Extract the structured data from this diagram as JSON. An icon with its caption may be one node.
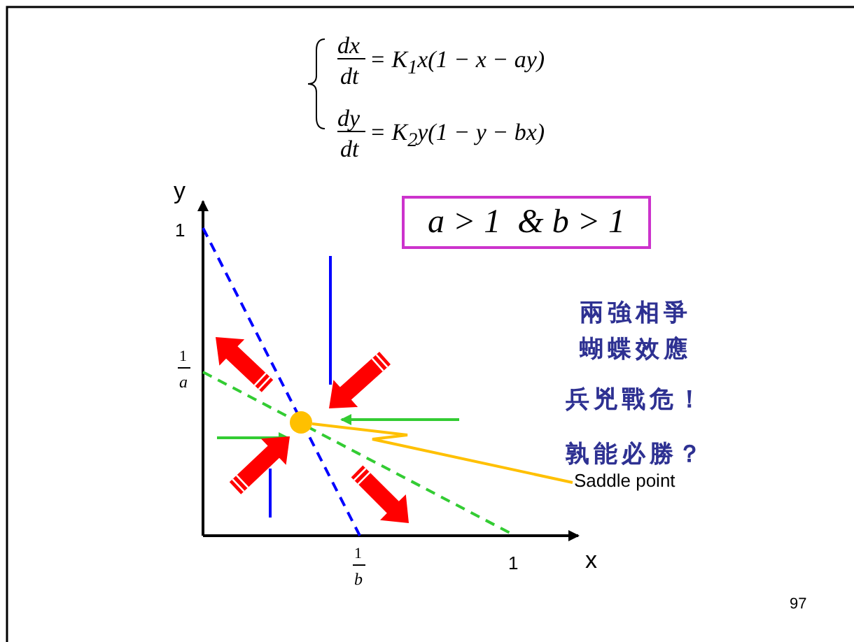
{
  "diagram": {
    "nodes": [
      {
        "text": [
          "a > 1  & b > 1"
        ]
      },
      {
        "text": [
          "Saddle point"
        ]
      },
      {
        "text": [],
        "shape": "circle"
      }
    ],
    "edges": [
      {
        "from": 1,
        "to": 2,
        "arrow": "none",
        "color": "#ffc000"
      }
    ],
    "labels": [
      "dx",
      "dt",
      "= K$_{1}$x(1 − x − ay)",
      "dy",
      "dt",
      "= K$_{2}$y(1 − y − bx)",
      "y",
      "1",
      "1",
      "a",
      "兩強相爭",
      "蝴蝶效應",
      "兵兇戰危！",
      "孰能必勝？",
      "1",
      "b",
      "1",
      "x",
      "97"
    ]
  }
}
